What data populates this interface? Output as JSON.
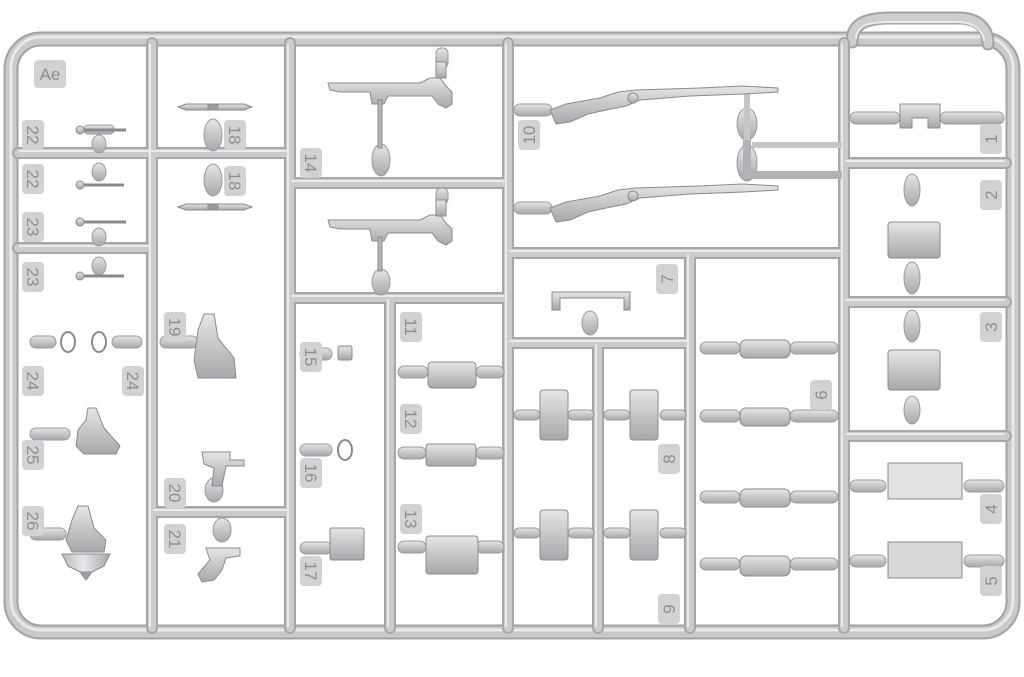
{
  "sprue": {
    "code": "Ae",
    "part_numbers": [
      "22",
      "22",
      "23",
      "23",
      "24",
      "24",
      "25",
      "26",
      "18",
      "18",
      "19",
      "20",
      "21",
      "14",
      "15",
      "16",
      "17",
      "11",
      "12",
      "13",
      "10",
      "7",
      "8",
      "9",
      "6",
      "1",
      "2",
      "3",
      "4",
      "5"
    ]
  },
  "colors": {
    "background": "#ffffff",
    "plastic": "#c8c8ca",
    "plastic_highlight": "#e4e4e6",
    "plastic_shadow": "#9c9ca0",
    "label": "#8e8e92"
  }
}
